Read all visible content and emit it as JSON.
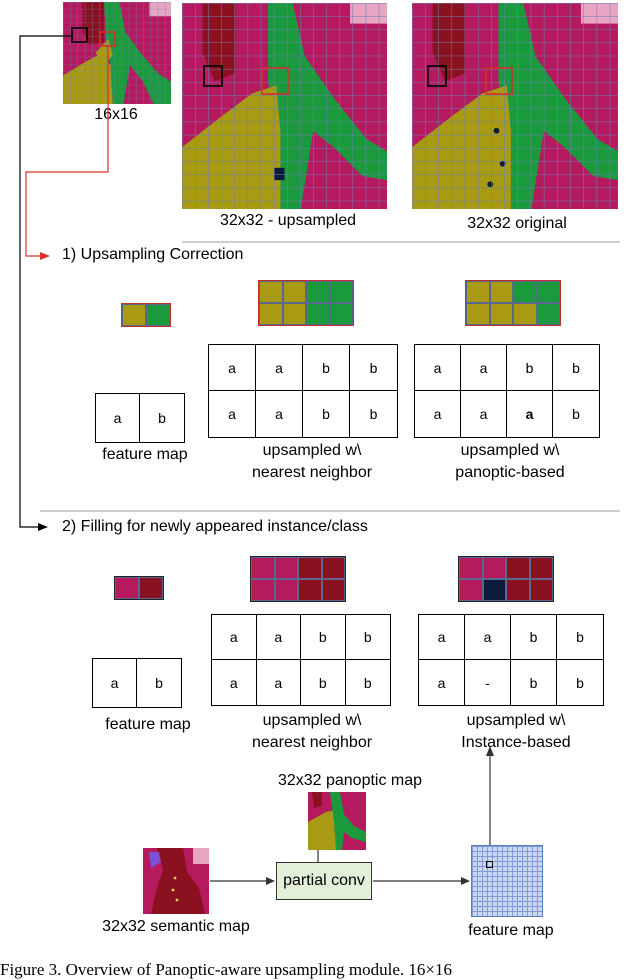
{
  "labels": {
    "res16": "16x16",
    "res32_up": "32x32 - upsampled",
    "res32_orig": "32x32 original",
    "section1": "1) Upsampling Correction",
    "section2": "2) Filling for newly appeared instance/class",
    "feature_map": "feature map",
    "upsampled_w": "upsampled w\\",
    "nearest_neighbor": "nearest neighbor",
    "panoptic_based": "panoptic-based",
    "instance_based": "Instance-based",
    "panoptic_map": "32x32 panoptic map",
    "semantic_map": "32x32 semantic map",
    "partial_conv": "partial conv",
    "feature_map_bottom": "feature map",
    "caption": "Figure 3. Overview of Panoptic-aware upsampling module. 16×16"
  },
  "grids": {
    "s1_feature": [
      [
        "a",
        "b"
      ]
    ],
    "s1_nearest": [
      [
        "a",
        "a",
        "b",
        "b"
      ],
      [
        "a",
        "a",
        "b",
        "b"
      ]
    ],
    "s1_panoptic": [
      [
        "a",
        "a",
        "b",
        "b"
      ],
      [
        "a",
        "a",
        "a",
        "b"
      ]
    ],
    "s2_feature": [
      [
        "a",
        "b"
      ]
    ],
    "s2_nearest": [
      [
        "a",
        "a",
        "b",
        "b"
      ],
      [
        "a",
        "a",
        "b",
        "b"
      ]
    ],
    "s2_instance": [
      [
        "a",
        "a",
        "b",
        "b"
      ],
      [
        "a",
        "-",
        "b",
        "b"
      ]
    ]
  },
  "colors": {
    "magenta": "#b5195e",
    "olive": "#a89a12",
    "green": "#1a9a3c",
    "darkred": "#8b1020",
    "navy": "#0d1b3a",
    "accent_red": "#e0302a",
    "conv_fill": "#e2f0d9"
  },
  "strips": {
    "s1_feature": [
      [
        "olive",
        "green"
      ]
    ],
    "s1_nearest": [
      [
        "olive",
        "olive",
        "green",
        "green"
      ],
      [
        "olive",
        "olive",
        "green",
        "green"
      ]
    ],
    "s1_panoptic": [
      [
        "olive",
        "olive",
        "green",
        "green"
      ],
      [
        "olive",
        "olive",
        "olive",
        "green"
      ]
    ],
    "s2_feature": [
      [
        "magenta",
        "darkred"
      ]
    ],
    "s2_nearest": [
      [
        "magenta",
        "magenta",
        "darkred",
        "darkred"
      ],
      [
        "magenta",
        "magenta",
        "darkred",
        "darkred"
      ]
    ],
    "s2_instance": [
      [
        "magenta",
        "magenta",
        "darkred",
        "darkred"
      ],
      [
        "magenta",
        "navy",
        "darkred",
        "darkred"
      ]
    ]
  }
}
